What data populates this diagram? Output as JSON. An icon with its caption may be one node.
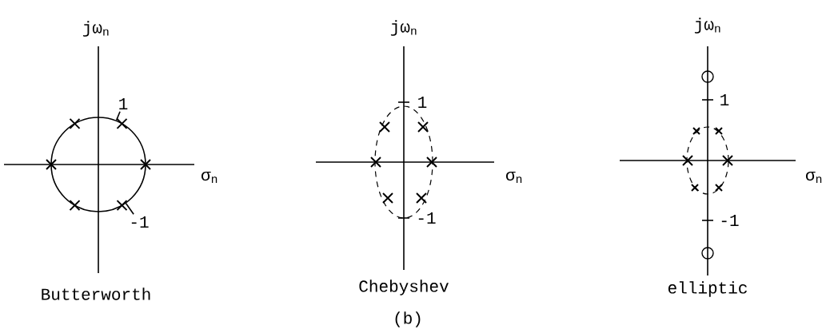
{
  "diagram": {
    "caption": "(b)",
    "nodes": [
      {
        "text": [],
        "shape": "circle"
      },
      {
        "text": [
          "1"
        ]
      },
      {
        "text": [
          "-1"
        ]
      }
    ],
    "edges": [
      {
        "from": 1,
        "to": 0,
        "arrow": "none"
      },
      {
        "from": 2,
        "to": 0,
        "arrow": "none"
      }
    ],
    "labels": [
      "jω$_{n}$",
      "σ$_{n}$",
      "Butterworth",
      "jω$_{n}$",
      "1",
      "σ$_{n}$",
      "-1",
      "Chebyshev",
      "jω$_{n}$",
      "1",
      "σ$_{n}$",
      "-1",
      "elliptic"
    ]
  }
}
